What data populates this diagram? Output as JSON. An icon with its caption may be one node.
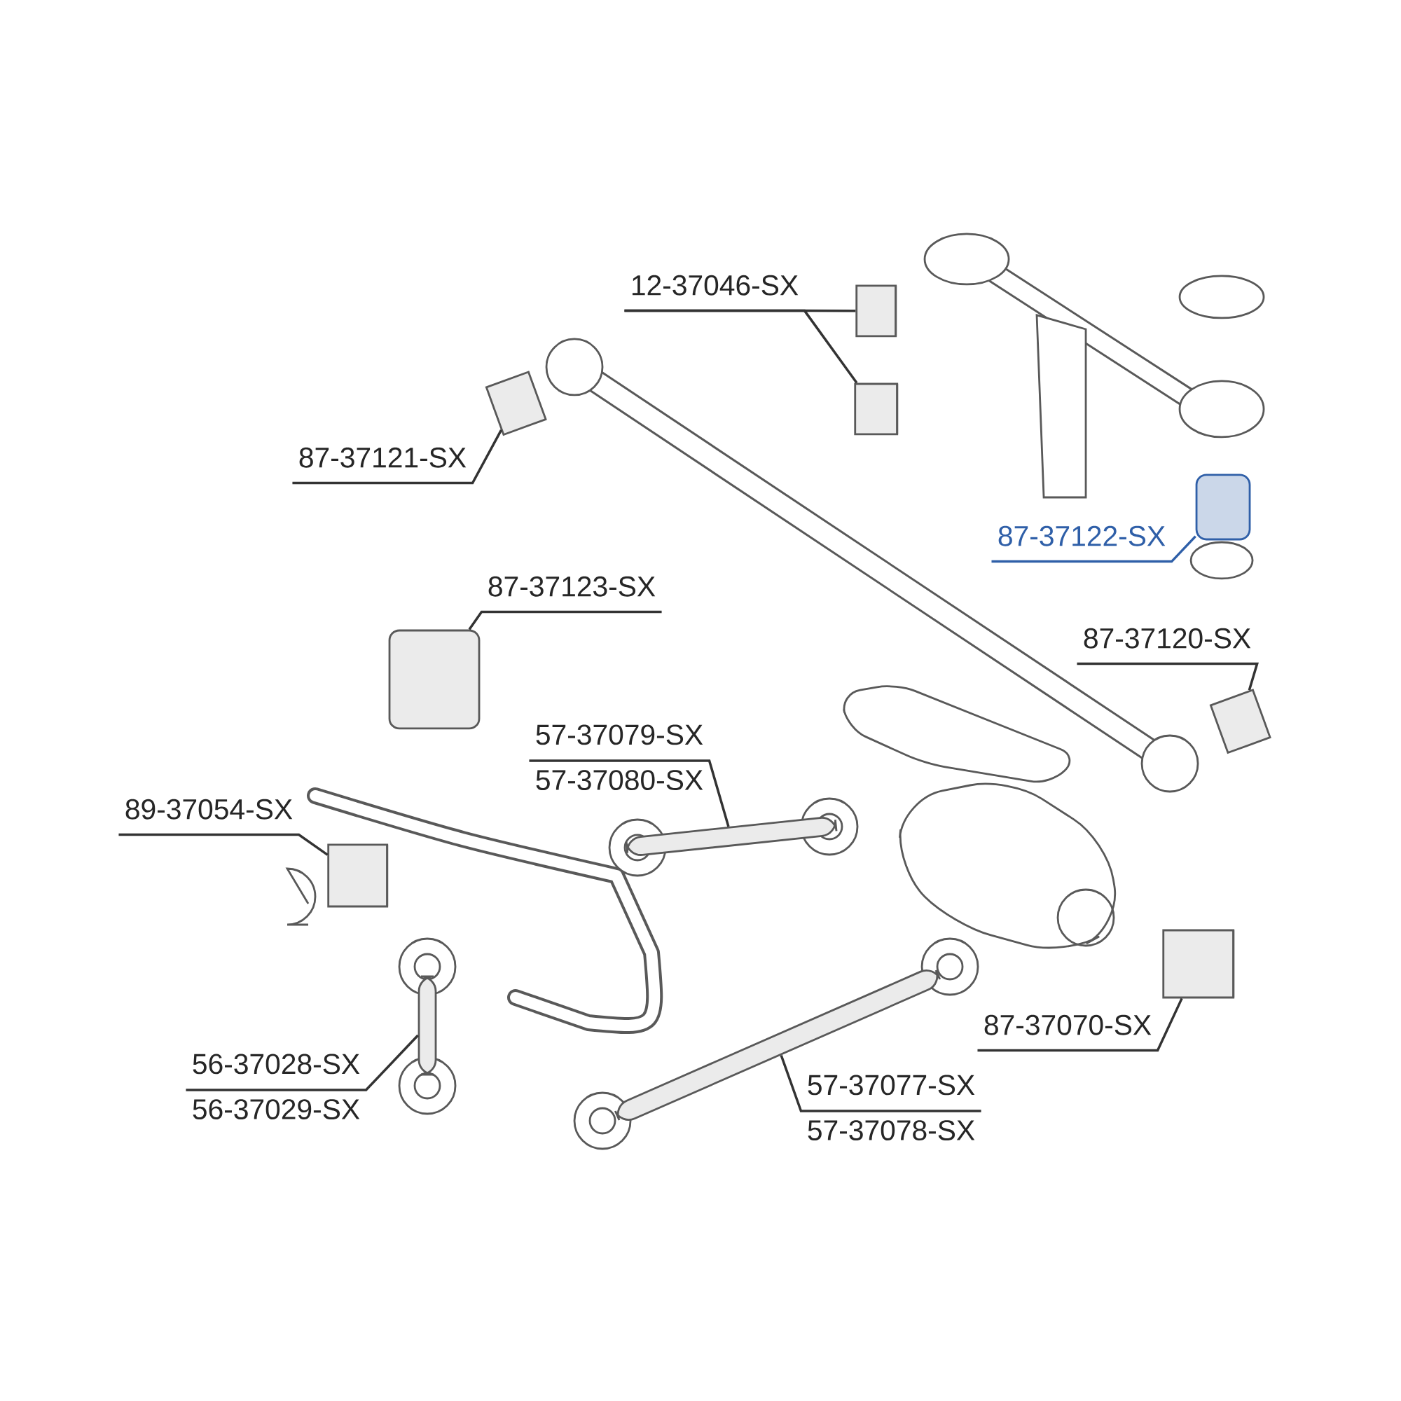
{
  "diagram": {
    "nodes": [
      {
        "text": [
          "12-37046-SX"
        ]
      },
      {
        "text": [],
        "shape": "cylinder"
      },
      {
        "text": [],
        "shape": "cylinder"
      },
      {
        "text": [
          "87-37121-SX"
        ]
      },
      {
        "text": [],
        "shape": "cylinder"
      },
      {
        "text": [
          "87-37122-SX"
        ]
      },
      {
        "text": [],
        "shape": "box"
      },
      {
        "text": [
          "87-37123-SX"
        ]
      },
      {
        "text": [],
        "shape": "box"
      },
      {
        "text": [
          "87-37120-SX"
        ]
      },
      {
        "text": [],
        "shape": "cylinder"
      },
      {
        "text": [
          "57-37079-SX",
          "57-37080-SX"
        ]
      },
      {
        "text": [],
        "shape": "bar"
      },
      {
        "text": [
          "89-37054-SX"
        ]
      },
      {
        "text": [],
        "shape": "cylinder"
      },
      {
        "text": [
          "87-37070-SX"
        ]
      },
      {
        "text": [],
        "shape": "cylinder"
      },
      {
        "text": [
          "56-37028-SX",
          "56-37029-SX"
        ]
      },
      {
        "text": [],
        "shape": "bar"
      },
      {
        "text": [
          "57-37077-SX",
          "57-37078-SX"
        ]
      },
      {
        "text": [],
        "shape": "bar"
      }
    ],
    "edges": [
      {
        "from": 0,
        "to": 1,
        "arrow": "none"
      },
      {
        "from": 0,
        "to": 2,
        "arrow": "none"
      },
      {
        "from": 3,
        "to": 4,
        "arrow": "none"
      },
      {
        "from": 5,
        "to": 6,
        "arrow": "none",
        "color": "#2f5fa8"
      },
      {
        "from": 7,
        "to": 8,
        "arrow": "none"
      },
      {
        "from": 9,
        "to": 10,
        "arrow": "none"
      },
      {
        "from": 11,
        "to": 12,
        "arrow": "none"
      },
      {
        "from": 13,
        "to": 14,
        "arrow": "none"
      },
      {
        "from": 15,
        "to": 16,
        "arrow": "none"
      },
      {
        "from": 17,
        "to": 18,
        "arrow": "none"
      },
      {
        "from": 19,
        "to": 20,
        "arrow": "none"
      }
    ]
  }
}
